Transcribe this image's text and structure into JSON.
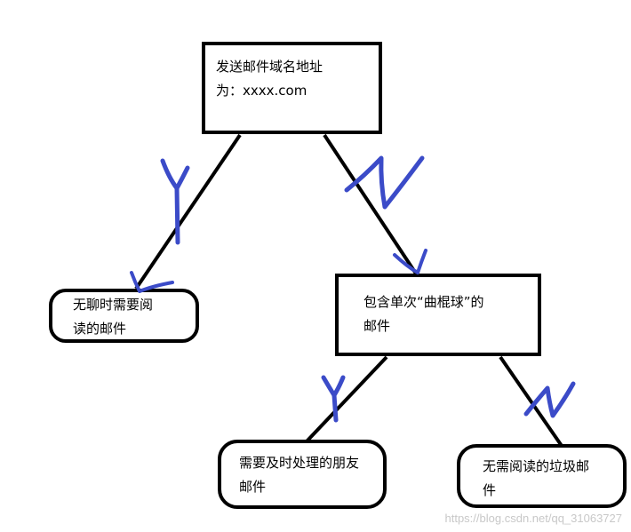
{
  "diagram": {
    "root": {
      "line1": "发送邮件域名地址",
      "line2": "为：xxxx.com"
    },
    "left_leaf": {
      "line1": "无聊时需要阅",
      "line2": "读的邮件"
    },
    "middle": {
      "line1": "包含单次“曲棍球”的",
      "line2": "邮件"
    },
    "bottom_left_leaf": {
      "line1": "需要及时处理的朋友",
      "line2": "邮件"
    },
    "bottom_right_leaf": {
      "line1": "无需阅读的垃圾邮",
      "line2": "件"
    },
    "edge_labels": {
      "root_yes": "Y",
      "root_no": "N",
      "middle_yes": "Y",
      "middle_no": "N"
    }
  },
  "colors": {
    "stroke": "#000000",
    "handwriting": "#3b4bc8",
    "watermark": "#c8c8c8"
  },
  "watermark": "https://blog.csdn.net/qq_31063727"
}
